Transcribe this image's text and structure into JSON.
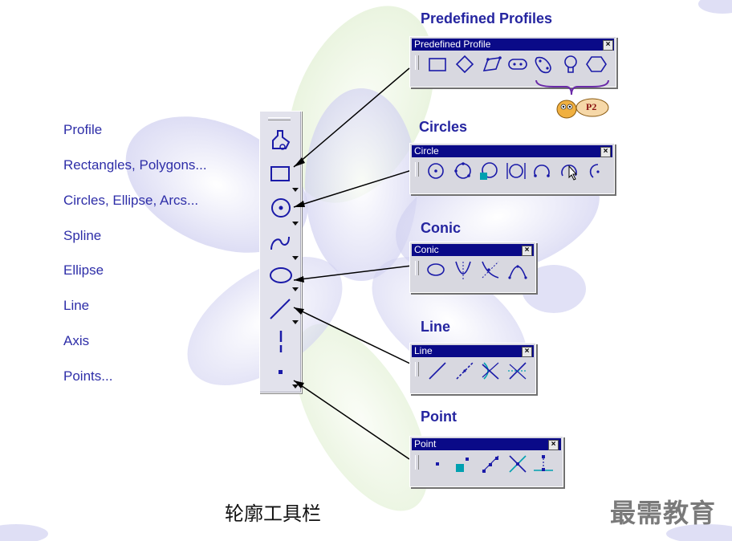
{
  "labels": {
    "profile": "Profile",
    "rectangles": "Rectangles, Polygons...",
    "circles": "Circles, Ellipse, Arcs...",
    "spline": "Spline",
    "ellipse": "Ellipse",
    "line": "Line",
    "axis": "Axis",
    "points": "Points..."
  },
  "sections": {
    "predefined_title": "Predefined Profiles",
    "circles_title": "Circles",
    "conic_title": "Conic",
    "line_title": "Line",
    "point_title": "Point"
  },
  "toolbars": {
    "predefined": {
      "header": "Predefined Profile",
      "close": "×"
    },
    "circle": {
      "header": "Circle",
      "close": "×"
    },
    "conic": {
      "header": "Conic",
      "close": "×"
    },
    "line": {
      "header": "Line",
      "close": "×"
    },
    "point": {
      "header": "Point",
      "close": "×"
    }
  },
  "badge": "P2",
  "caption": "轮廓工具栏",
  "watermark": "最需教育",
  "colors": {
    "label_blue": "#2e2ea8",
    "titlebar": "#0a0a88",
    "icon_blue": "#1a1aa8",
    "icon_cyan": "#00a0b0"
  }
}
